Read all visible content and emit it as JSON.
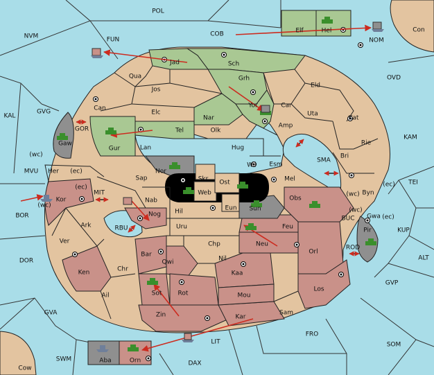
{
  "colors": {
    "sea": "#a9dde8",
    "neutral": "#e3c4a0",
    "green": "#a9c893",
    "red": "#c99189",
    "grey": "#8f8f8f",
    "tan_corner": "#e3c4a0",
    "order_arrow": "#cc2b1f",
    "army": "#3a8f2c",
    "fleet": "#6f7f9a"
  },
  "sea_labels": {
    "POL": "POL",
    "NVM": "NVM",
    "FUN": "FUN",
    "COB": "COB",
    "NOM": "NOM",
    "Con": "Con",
    "OVD": "OVD",
    "KAL": "KAL",
    "GVG": "GVG",
    "GOR": "GOR",
    "KAM": "KAM",
    "SMA": "SMA",
    "TEI": "TEI",
    "MVU": "MVU",
    "MIT": "MIT",
    "BOR": "BOR",
    "RBU": "RBU",
    "BUC": "BUC",
    "KUP": "KUP",
    "DOR": "DOR",
    "ROD": "ROD",
    "ALT": "ALT",
    "GVP": "GVP",
    "GVA": "GVA",
    "FRO": "FRO",
    "SOM": "SOM",
    "LIT": "LIT",
    "SWM": "SWM",
    "DAX": "DAX",
    "Cow": "Cow"
  },
  "land_labels": {
    "Elf": "Elf",
    "Hel": "Hel",
    "Jad": "Jad",
    "Sch": "Sch",
    "Qua": "Qua",
    "Jos": "Jos",
    "Grh": "Grh",
    "Eld": "Eld",
    "Can": "Can",
    "Yor": "Yor",
    "Car": "Car",
    "Elc": "Elc",
    "Nar": "Nar",
    "Uta": "Uta",
    "Kat": "Kat",
    "Amp": "Amp",
    "Gaw": "Gaw",
    "Tel": "Tel",
    "Olk": "Olk",
    "Gur": "Gur",
    "Lan": "Lan",
    "Hug": "Hug",
    "Rie": "Rie",
    "Bri": "Bri",
    "Wil": "Wil",
    "Esm": "Esm",
    "Nor": "Nor",
    "Skr": "Skr",
    "Her": "Her",
    "Sap": "Sap",
    "Ost": "Ost",
    "Web": "Web",
    "Mel": "Mel",
    "Byn": "Byn",
    "Kor": "Kor",
    "Nab": "Nab",
    "Obs": "Obs",
    "Eun": "Eun",
    "Sun": "Sun",
    "Gwa": "Gwa",
    "Nog": "Nog",
    "Hil": "Hil",
    "Ark": "Ark",
    "Uru": "Uru",
    "Feu": "Feu",
    "Pir": "Pir",
    "Ver": "Ver",
    "Chp": "Chp",
    "Neu": "Neu",
    "Bar": "Bar",
    "Orl": "Orl",
    "Qwi": "Qwi",
    "Nil": "Nil",
    "Ken": "Ken",
    "Chr": "Chr",
    "Kaa": "Kaa",
    "Los": "Los",
    "Sot": "Sot",
    "Rot": "Rot",
    "Ail": "Ail",
    "Mou": "Mou",
    "Zin": "Zin",
    "Sam": "Sam",
    "Kar": "Kar",
    "Aba": "Aba",
    "Orn": "Orn"
  },
  "coast_notes": {
    "wc": "(wc)",
    "ec": "(ec)"
  }
}
